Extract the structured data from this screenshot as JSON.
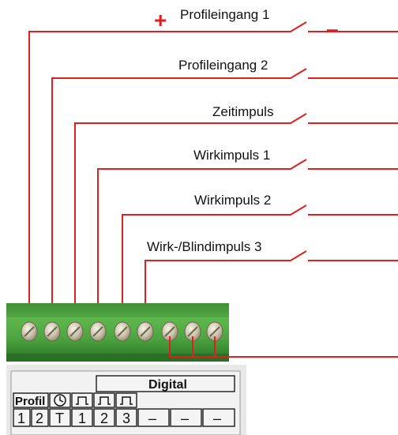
{
  "polarity": {
    "plus": "+",
    "minus": "–"
  },
  "inputs": [
    {
      "label": "Profileingang 1"
    },
    {
      "label": "Profileingang 2"
    },
    {
      "label": "Zeitimpuls"
    },
    {
      "label": "Wirkimpuls 1"
    },
    {
      "label": "Wirkimpuls 2"
    },
    {
      "label": "Wirk-/Blindimpuls 3"
    }
  ],
  "colors": {
    "wire": "#e02020",
    "terminal_block": "#4fa641",
    "terminal_block_dark": "#2f7d2a",
    "label_panel": "#f2f2f2"
  },
  "panel": {
    "title": "Digital",
    "group_profil": "Profil",
    "row_values": [
      "1",
      "2",
      "T",
      "1",
      "2",
      "3",
      "–",
      "–",
      "–"
    ],
    "icons": [
      "clock-icon",
      "pulse-icon",
      "pulse-icon",
      "pulse-icon"
    ]
  }
}
